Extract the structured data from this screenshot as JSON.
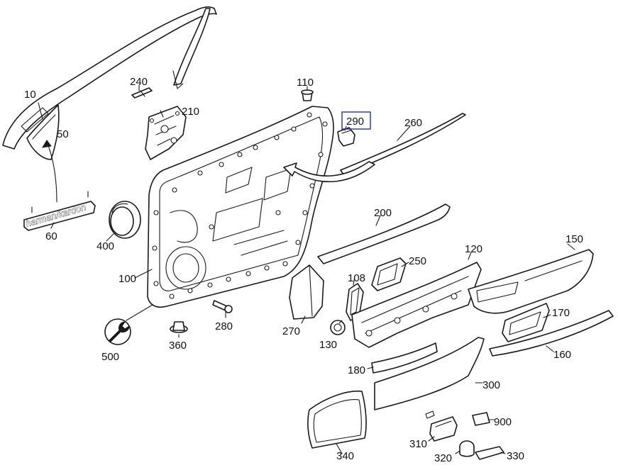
{
  "diagram": {
    "brand_text": "harman/kardon",
    "highlight_color": "#1f2ad4",
    "line_color": "#1a1a1a",
    "highlighted_label": "290",
    "callouts": [
      {
        "id": "10",
        "text": "10"
      },
      {
        "id": "50",
        "text": "50"
      },
      {
        "id": "60",
        "text": "60"
      },
      {
        "id": "100",
        "text": "100"
      },
      {
        "id": "108",
        "text": "108"
      },
      {
        "id": "110",
        "text": "110"
      },
      {
        "id": "120",
        "text": "120"
      },
      {
        "id": "130",
        "text": "130"
      },
      {
        "id": "150",
        "text": "150"
      },
      {
        "id": "160",
        "text": "160"
      },
      {
        "id": "170",
        "text": "170"
      },
      {
        "id": "180",
        "text": "180"
      },
      {
        "id": "200",
        "text": "200"
      },
      {
        "id": "210",
        "text": "210"
      },
      {
        "id": "240",
        "text": "240"
      },
      {
        "id": "250",
        "text": "250"
      },
      {
        "id": "260",
        "text": "260"
      },
      {
        "id": "270",
        "text": "270"
      },
      {
        "id": "280",
        "text": "280"
      },
      {
        "id": "290",
        "text": "290"
      },
      {
        "id": "300",
        "text": "300"
      },
      {
        "id": "310",
        "text": "310"
      },
      {
        "id": "320",
        "text": "320"
      },
      {
        "id": "330",
        "text": "330"
      },
      {
        "id": "340",
        "text": "340"
      },
      {
        "id": "360",
        "text": "360"
      },
      {
        "id": "400",
        "text": "400"
      },
      {
        "id": "500",
        "text": "500"
      },
      {
        "id": "900",
        "text": "900"
      }
    ]
  }
}
